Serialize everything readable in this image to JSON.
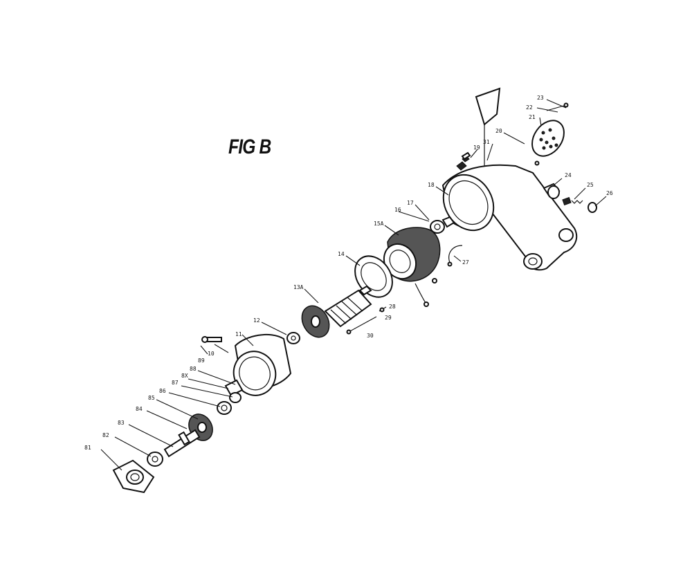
{
  "figure": {
    "title": "FIG B"
  },
  "callouts": [
    {
      "id": "c81",
      "label": "81"
    },
    {
      "id": "c82",
      "label": "82"
    },
    {
      "id": "c83",
      "label": "83"
    },
    {
      "id": "c84",
      "label": "84"
    },
    {
      "id": "c85",
      "label": "85"
    },
    {
      "id": "c86",
      "label": "86"
    },
    {
      "id": "c87",
      "label": "87"
    },
    {
      "id": "c88",
      "label": "88"
    },
    {
      "id": "c89",
      "label": "89"
    },
    {
      "id": "c10",
      "label": "10"
    },
    {
      "id": "c11",
      "label": "11"
    },
    {
      "id": "c12",
      "label": "12"
    },
    {
      "id": "c13",
      "label": "13A"
    },
    {
      "id": "c14",
      "label": "14"
    },
    {
      "id": "c15",
      "label": "15A"
    },
    {
      "id": "c16",
      "label": "16"
    },
    {
      "id": "c17",
      "label": "17"
    },
    {
      "id": "c18",
      "label": "18"
    },
    {
      "id": "c19",
      "label": "19"
    },
    {
      "id": "c20",
      "label": "20"
    },
    {
      "id": "c21",
      "label": "21"
    },
    {
      "id": "c22",
      "label": "22"
    },
    {
      "id": "c23",
      "label": "23"
    },
    {
      "id": "c24",
      "label": "24"
    },
    {
      "id": "c25",
      "label": "25"
    },
    {
      "id": "c26",
      "label": "26"
    },
    {
      "id": "c27",
      "label": "27"
    },
    {
      "id": "c28",
      "label": "28"
    },
    {
      "id": "c29",
      "label": "29"
    },
    {
      "id": "c30",
      "label": "30"
    },
    {
      "id": "c31",
      "label": "31"
    },
    {
      "id": "c8x",
      "label": "8X"
    }
  ]
}
